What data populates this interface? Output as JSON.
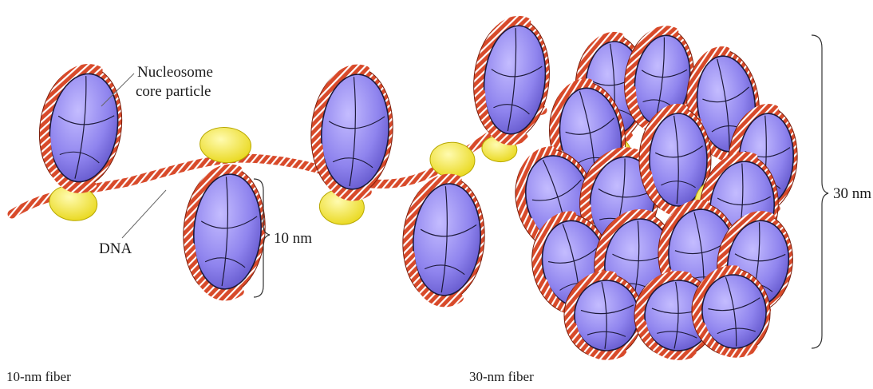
{
  "labels": {
    "nucleosome_line1": "Nucleosome",
    "nucleosome_line2": "core particle",
    "dna": "DNA",
    "dim_10nm": "10 nm",
    "dim_30nm": "30 nm",
    "fiber_10nm": "10-nm fiber",
    "fiber_30nm": "30-nm fiber"
  },
  "colors": {
    "dna_strand": "#d84a2a",
    "dna_stripe": "#ffffff",
    "histone_core": "#8f84ee",
    "histone_outline": "#1d1a3a",
    "linker_histone": "#f2e43a",
    "leader_line": "#666666"
  }
}
